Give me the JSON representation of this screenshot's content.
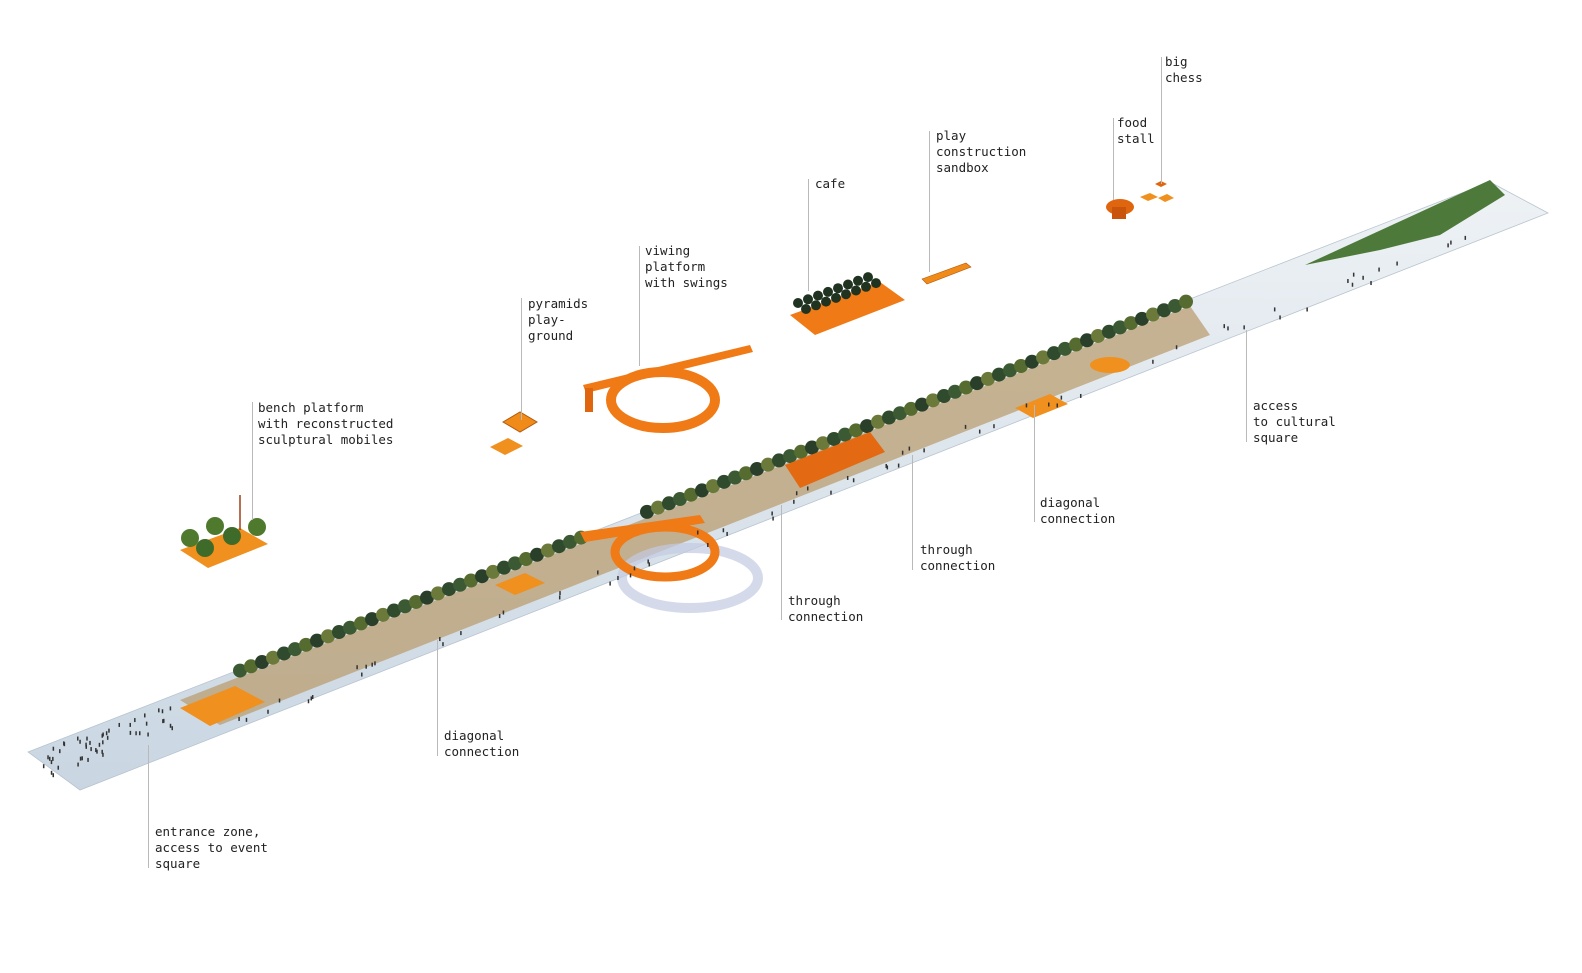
{
  "labels": {
    "bench": "bench platform\nwith reconstructed\nsculptural mobiles",
    "pyramids": "pyramids\nplay-\nground",
    "viewing": "viwing\nplatform\nwith swings",
    "cafe": "cafe",
    "sandbox": "play\nconstruction\nsandbox",
    "food": "food\nstall",
    "chess": "big\nchess",
    "access": "access\nto cultural\nsquare",
    "diagonal_right": "diagonal\nconnection",
    "through_right": "through\nconnection",
    "through_left": "through\nconnection",
    "diagonal_left": "diagonal\nconnection",
    "entrance": "entrance zone,\naccess to event\nsquare"
  },
  "colors": {
    "accent": "#f07d1a",
    "paving": "#dfe6ec",
    "tree": "#2f4a2c",
    "grass": "#4d7a3a",
    "leader": "#b9b9b9"
  }
}
